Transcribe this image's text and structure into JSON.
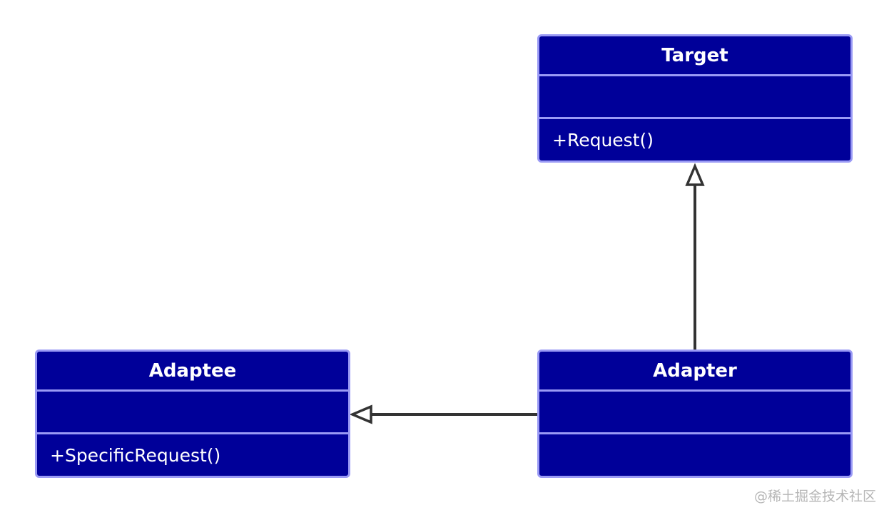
{
  "diagram": {
    "classes": {
      "target": {
        "name": "Target",
        "attributes": "",
        "operations": "+Request()"
      },
      "adapter": {
        "name": "Adapter",
        "attributes": "",
        "operations": ""
      },
      "adaptee": {
        "name": "Adaptee",
        "attributes": "",
        "operations": "+SpecificRequest()"
      }
    },
    "relations": [
      {
        "from": "Adapter",
        "to": "Target",
        "type": "generalization"
      },
      {
        "from": "Adapter",
        "to": "Adaptee",
        "type": "generalization"
      }
    ],
    "colors": {
      "box_fill": "#000099",
      "box_border": "#9a9af5",
      "text": "#ffffff",
      "connector": "#333333"
    }
  },
  "watermark": "@稀土掘金技术社区"
}
